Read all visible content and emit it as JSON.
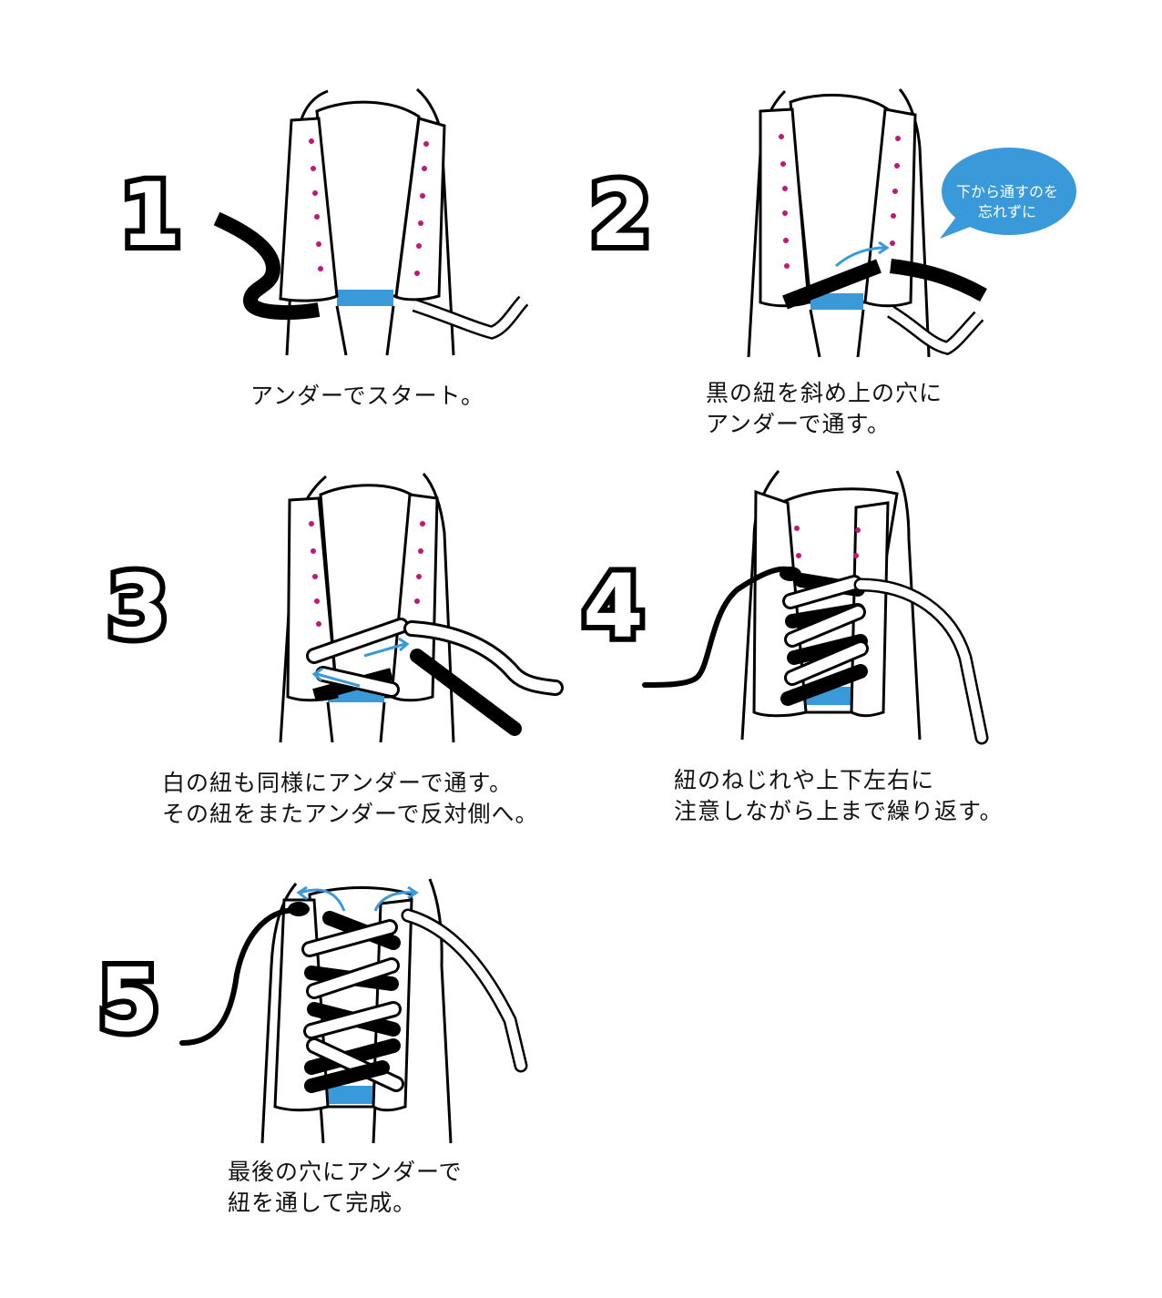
{
  "colors": {
    "stroke": "#000000",
    "tongue_band": "#3a9ad9",
    "eyelet_dots": "#c0187a",
    "arrow": "#3a9ad9",
    "bubble": "#3a9ad9"
  },
  "steps": [
    {
      "number": "1",
      "caption": [
        "アンダーでスタート。"
      ]
    },
    {
      "number": "2",
      "caption": [
        "黒の紐を斜め上の穴に",
        "アンダーで通す。"
      ],
      "bubble": [
        "下から通すのを",
        "忘れずに"
      ]
    },
    {
      "number": "3",
      "caption": [
        "白の紐も同様にアンダーで通す。",
        "その紐をまたアンダーで反対側へ。"
      ]
    },
    {
      "number": "4",
      "caption": [
        "紐のねじれや上下左右に",
        "注意しながら上まで繰り返す。"
      ]
    },
    {
      "number": "5",
      "caption": [
        "最後の穴にアンダーで",
        "紐を通して完成。"
      ]
    }
  ]
}
